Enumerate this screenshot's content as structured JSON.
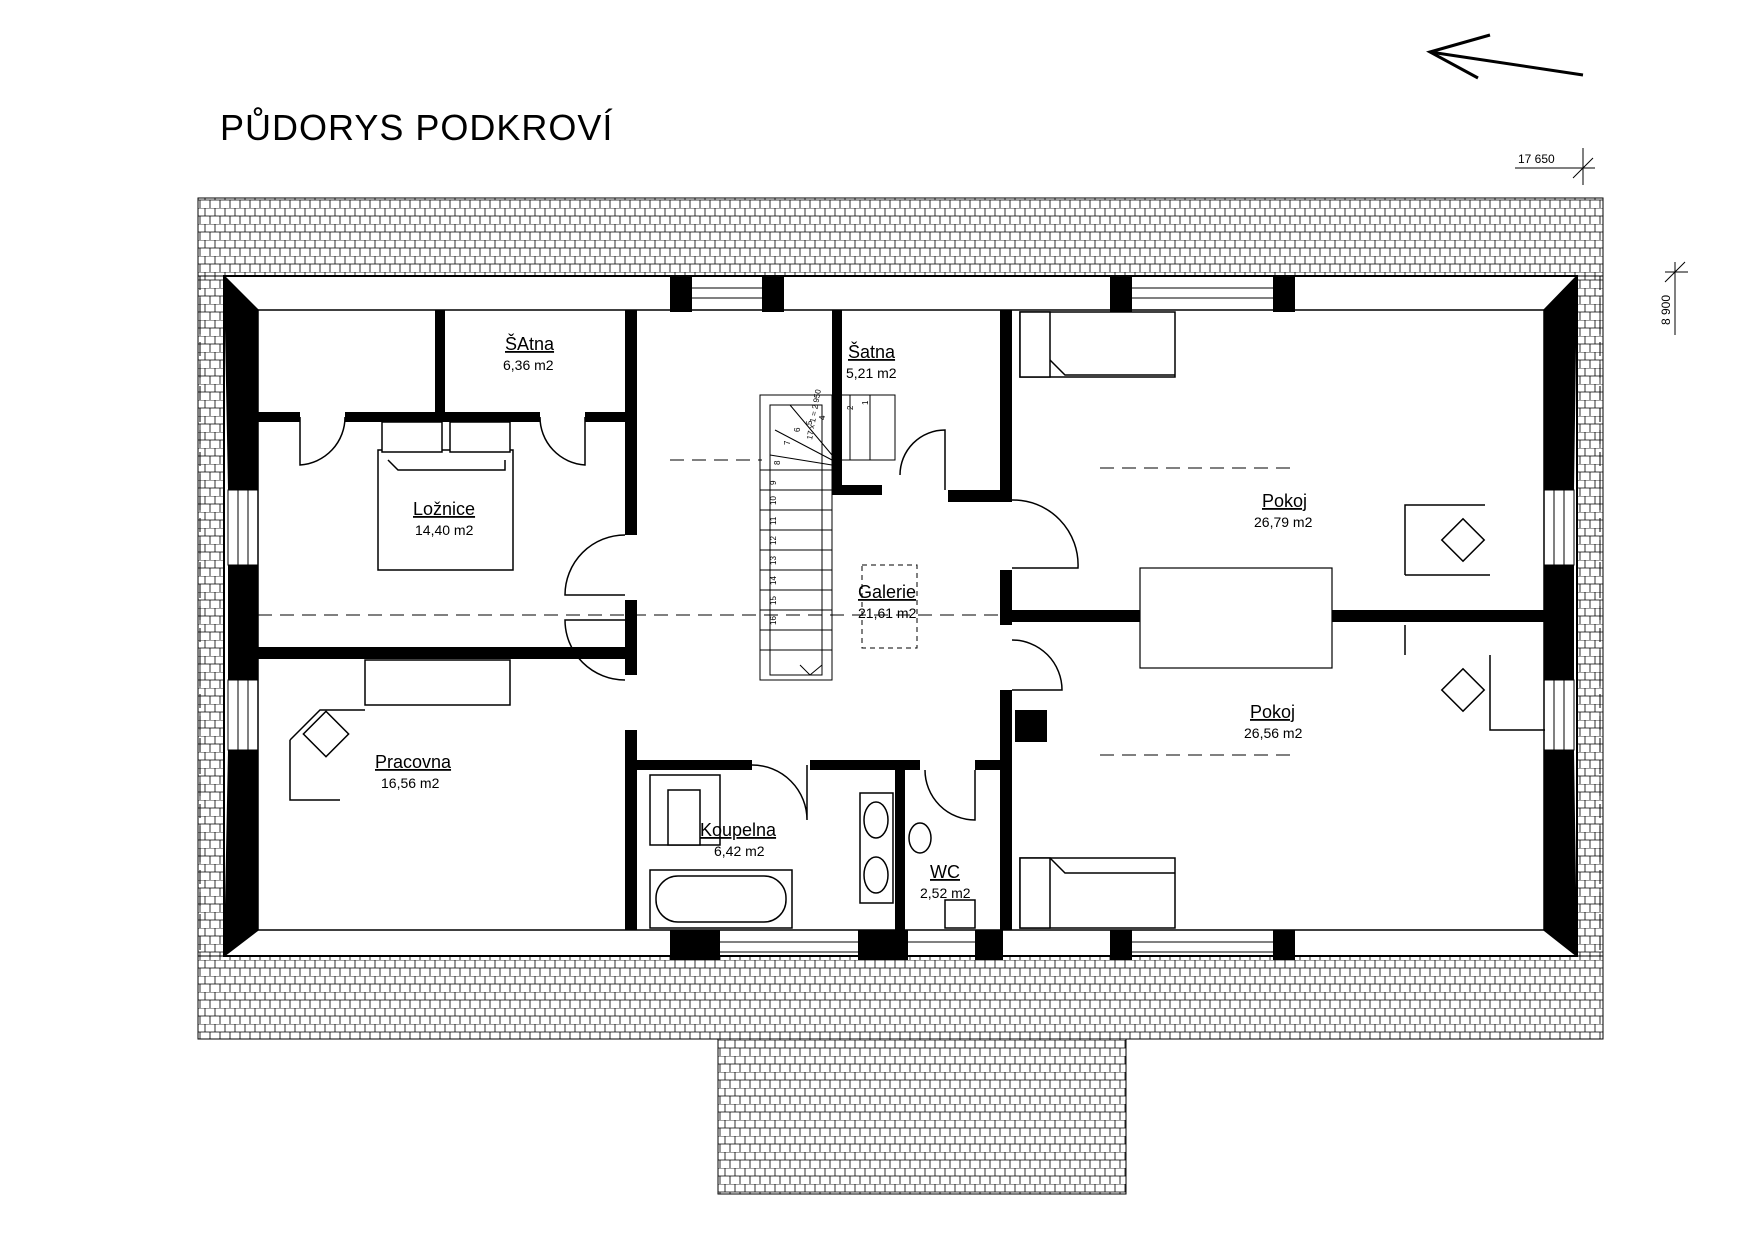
{
  "title": "PŮDORYS  PODKROVÍ",
  "dimensions": {
    "top": "17 650",
    "side": "8 900"
  },
  "rooms": [
    {
      "id": "satna-1",
      "name": "ŠAtna",
      "area": "6,36 m2"
    },
    {
      "id": "satna-2",
      "name": "Šatna",
      "area": "5,21 m2"
    },
    {
      "id": "loznice",
      "name": "Ložnice",
      "area": "14,40 m2"
    },
    {
      "id": "pokoj-1",
      "name": "Pokoj",
      "area": "26,79 m2"
    },
    {
      "id": "galerie",
      "name": "Galerie",
      "area": "21,61 m2"
    },
    {
      "id": "pokoj-2",
      "name": "Pokoj",
      "area": "26,56 m2"
    },
    {
      "id": "pracovna",
      "name": "Pracovna",
      "area": "16,56 m2"
    },
    {
      "id": "koupelna",
      "name": "Koupelna",
      "area": "6,42 m2"
    },
    {
      "id": "wc",
      "name": "WC",
      "area": "2,52 m2"
    }
  ],
  "stairs": {
    "steps": [
      "1",
      "2",
      "3",
      "4",
      "5",
      "6",
      "7",
      "8",
      "9",
      "10",
      "11",
      "12",
      "13",
      "14",
      "15",
      "16"
    ],
    "label": "17 x 1 = 2 950"
  }
}
